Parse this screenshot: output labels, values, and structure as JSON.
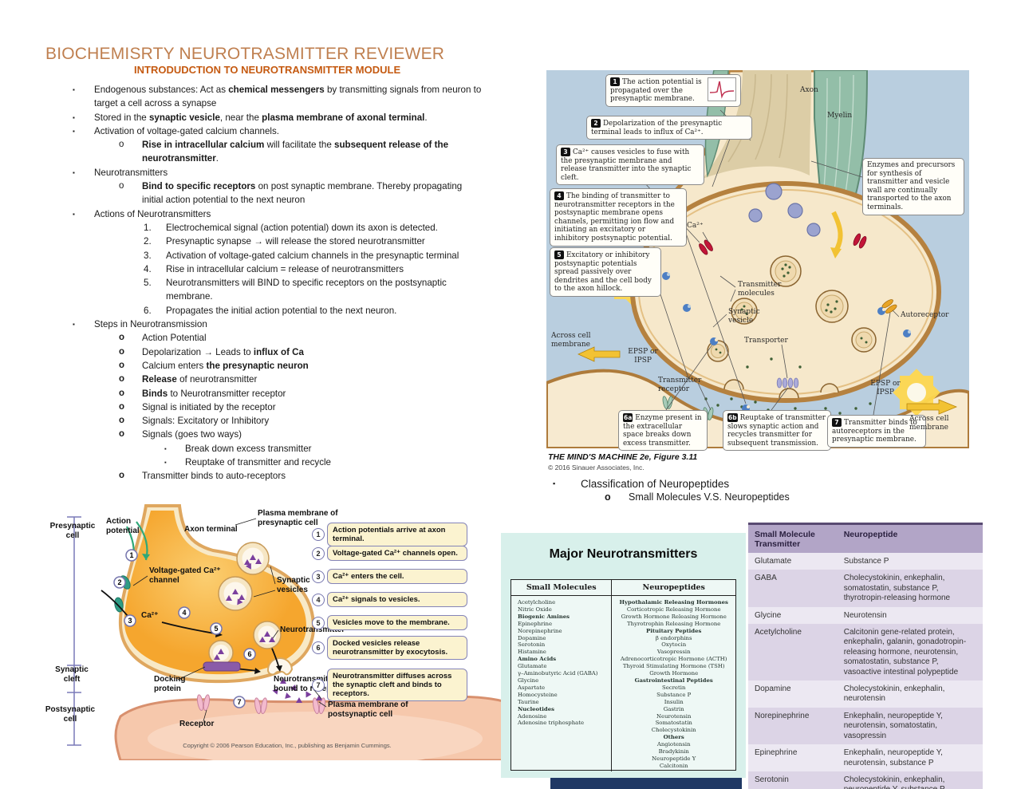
{
  "page": {
    "title": "BIOCHEMISRTY NEUROTRASMITTER REVIEWER",
    "subtitle": "INTRODUDCTION TO NEUROTRANSMITTER MODULE"
  },
  "outline": [
    {
      "cls": "L1",
      "m": "▪",
      "segs": [
        [
          "Endogenous substances: Act as ",
          0
        ],
        [
          "chemical messengers",
          1
        ],
        [
          " by transmitting signals from neuron to target a cell across a synapse",
          0
        ]
      ]
    },
    {
      "cls": "L1",
      "m": "▪",
      "segs": [
        [
          "Stored in the ",
          0
        ],
        [
          "synaptic vesicle",
          1
        ],
        [
          ", near the ",
          0
        ],
        [
          "plasma membrane of axonal terminal",
          1
        ],
        [
          ".",
          0
        ]
      ]
    },
    {
      "cls": "L1",
      "m": "▪",
      "segs": [
        [
          "Activation of voltage-gated calcium channels.",
          0
        ]
      ]
    },
    {
      "cls": "L2",
      "m": "o",
      "segs": [
        [
          "Rise in intracellular calcium",
          1
        ],
        [
          " will facilitate the ",
          0
        ],
        [
          "subsequent release of the neurotransmitter",
          1
        ],
        [
          ".",
          0
        ]
      ]
    },
    {
      "cls": "L1",
      "m": "▪",
      "segs": [
        [
          "Neurotransmitters",
          0
        ]
      ]
    },
    {
      "cls": "L2",
      "m": "o",
      "segs": [
        [
          "Bind to specific receptors",
          1
        ],
        [
          " on post synaptic membrane. Thereby propagating initial action potential to the next neuron",
          0
        ]
      ]
    },
    {
      "cls": "L1",
      "m": "▪",
      "segs": [
        [
          "Actions of Neurotransmitters",
          0
        ]
      ]
    },
    {
      "cls": "L3",
      "m": "1.",
      "segs": [
        [
          "Electrochemical signal (action potential) down its axon is detected.",
          0
        ]
      ]
    },
    {
      "cls": "L3",
      "m": "2.",
      "segs": [
        [
          "Presynaptic synapse → will release the stored neurotransmitter",
          0
        ]
      ]
    },
    {
      "cls": "L3",
      "m": "3.",
      "segs": [
        [
          "Activation of voltage-gated calcium channels in the presynaptic terminal",
          0
        ]
      ]
    },
    {
      "cls": "L3",
      "m": "4.",
      "segs": [
        [
          "Rise in intracellular calcium = release of neurotransmitters",
          0
        ]
      ]
    },
    {
      "cls": "L3",
      "m": "5.",
      "segs": [
        [
          "Neurotransmitters will BIND to specific receptors on the postsynaptic membrane.",
          0
        ]
      ]
    },
    {
      "cls": "L3",
      "m": "6.",
      "segs": [
        [
          "Propagates the initial action potential to the next neuron.",
          0
        ]
      ]
    },
    {
      "cls": "L1",
      "m": "▪",
      "segs": [
        [
          "Steps in Neurotransmission",
          0
        ]
      ]
    },
    {
      "cls": "L2 mb",
      "m": "o",
      "segs": [
        [
          "Action Potential",
          0
        ]
      ]
    },
    {
      "cls": "L2 mb",
      "m": "o",
      "segs": [
        [
          "Depolarization → Leads to ",
          0
        ],
        [
          "influx of Ca",
          1
        ]
      ]
    },
    {
      "cls": "L2 mb",
      "m": "o",
      "segs": [
        [
          "Calcium enters ",
          0
        ],
        [
          "the presynaptic neuron",
          1
        ]
      ]
    },
    {
      "cls": "L2 mb",
      "m": "o",
      "segs": [
        [
          "Release",
          1
        ],
        [
          " of neurotransmitter",
          0
        ]
      ]
    },
    {
      "cls": "L2 mb",
      "m": "o",
      "segs": [
        [
          "Binds",
          1
        ],
        [
          " to Neurotransmitter receptor",
          0
        ]
      ]
    },
    {
      "cls": "L2 mb",
      "m": "o",
      "segs": [
        [
          "Signal is initiated by the receptor",
          0
        ]
      ]
    },
    {
      "cls": "L2 mb",
      "m": "o",
      "segs": [
        [
          "Signals: Excitatory or Inhibitory",
          0
        ]
      ]
    },
    {
      "cls": "L2 mb",
      "m": "o",
      "segs": [
        [
          "Signals (goes two ways)",
          0
        ]
      ]
    },
    {
      "cls": "L4",
      "m": "▪",
      "segs": [
        [
          "Break down  excess transmitter",
          0
        ]
      ]
    },
    {
      "cls": "L4",
      "m": "▪",
      "segs": [
        [
          "Reuptake of transmitter and recycle",
          0
        ]
      ]
    },
    {
      "cls": "L2 mb",
      "m": "o",
      "segs": [
        [
          "Transmitter binds to auto-receptors",
          0
        ]
      ]
    }
  ],
  "classification": {
    "bullet_marker": "▪",
    "bullet": "Classification of Neuropeptides",
    "sub_marker": "o",
    "sub": "Small Molecules V.S. Neuropeptides"
  },
  "mind_machine": {
    "caption_title": "THE MIND'S MACHINE 2e, Figure 3.11",
    "caption_copyright": "© 2016 Sinauer Associates, Inc.",
    "callouts": [
      {
        "num": "1",
        "text": "The action potential is propagated over the presynaptic membrane."
      },
      {
        "num": "2",
        "text": "Depolarization of the presynaptic terminal leads to influx of Ca²⁺."
      },
      {
        "num": "3",
        "text": "Ca²⁺ causes vesicles to fuse with the presynaptic membrane and release transmitter into the synaptic cleft."
      },
      {
        "num": "4",
        "text": "The binding of transmitter to neurotransmitter receptors in the postsynaptic membrane opens channels, permitting ion flow and initiating an excitatory or inhibitory postsynaptic potential."
      },
      {
        "num": "5",
        "text": "Excitatory or inhibitory postsynaptic potentials spread passively over dendrites and the cell body to the axon hillock."
      },
      {
        "num": "6a",
        "text": "Enzyme present in the extracellular space breaks down excess transmitter."
      },
      {
        "num": "6b",
        "text": "Reuptake of transmitter slows synaptic action and recycles transmitter for subsequent transmission."
      },
      {
        "num": "7",
        "text": "Transmitter binds to autoreceptors in the presynaptic membrane."
      }
    ],
    "side_note": "Enzymes and precursors for synthesis of transmitter and vesicle wall are continually transported to the axon terminals.",
    "labels": {
      "axon": "Axon",
      "myelin": "Myelin",
      "ca": "Ca²⁺",
      "transmitter_molecules": "Transmitter molecules",
      "synaptic_vesicle": "Synaptic vesicle",
      "transporter": "Transporter",
      "autoreceptor": "Autoreceptor",
      "across_cell": "Across cell membrane",
      "epsp": "EPSP or IPSP",
      "transmitter_receptor": "Transmitter receptor"
    }
  },
  "pearson": {
    "steps": [
      {
        "num": "1",
        "text": "Action potentials arrive at axon terminal."
      },
      {
        "num": "2",
        "text": "Voltage-gated Ca²⁺ channels open."
      },
      {
        "num": "3",
        "text": "Ca²⁺ enters the cell."
      },
      {
        "num": "4",
        "text": "Ca²⁺ signals to vesicles."
      },
      {
        "num": "5",
        "text": "Vesicles move to the membrane."
      },
      {
        "num": "6",
        "text": "Docked vesicles release neurotransmitter by exocytosis."
      },
      {
        "num": "7",
        "text": "Neurotransmitter diffuses across the synaptic cleft and binds to receptors."
      }
    ],
    "labels": {
      "presynaptic_cell": "Presynaptic cell",
      "action_potential": "Action potential",
      "axon_terminal": "Axon terminal",
      "plasma_presynaptic": "Plasma membrane of presynaptic cell",
      "voltage_gated": "Voltage-gated Ca²⁺ channel",
      "ca": "Ca²⁺",
      "synaptic_vesicles": "Synaptic vesicles",
      "neurotransmitter": "Neurotransmitter",
      "synaptic_cleft": "Synaptic cleft",
      "postsynaptic_cell": "Postsynaptic cell",
      "docking_protein": "Docking protein",
      "nt_bound": "Neurotransmitter bound to receptor",
      "receptor": "Receptor",
      "plasma_postsynaptic": "Plasma membrane of postsynaptic cell"
    },
    "copyright": "Copyright © 2006 Pearson Education, Inc., publishing as Benjamin Cummings."
  },
  "major_table": {
    "title": "Major Neurotransmitters",
    "col1_header": "Small Molecules",
    "col2_header": "Neuropeptides",
    "col1": [
      [
        "Acetylcholine",
        0
      ],
      [
        "Nitric Oxide",
        0
      ],
      [
        "Biogenic Amines",
        1
      ],
      [
        "Epinephrine",
        0
      ],
      [
        "Norepinephrine",
        0
      ],
      [
        "Dopamine",
        0
      ],
      [
        "Serotonin",
        0
      ],
      [
        "Histamine",
        0
      ],
      [
        "Amino Acids",
        1
      ],
      [
        "Glutamate",
        0
      ],
      [
        "γ–Aminobutyric Acid (GABA)",
        0
      ],
      [
        "Glycine",
        0
      ],
      [
        "Aspartate",
        0
      ],
      [
        "Homocysteine",
        0
      ],
      [
        "Taurine",
        0
      ],
      [
        "Nucleotides",
        1
      ],
      [
        "Adenosine",
        0
      ],
      [
        "Adenosine triphosphate",
        0
      ]
    ],
    "col2": [
      [
        "Hypothalamic Releasing Hormones",
        1
      ],
      [
        "Corticotropic Releasing Hormone",
        0
      ],
      [
        "Growth Hormone Releasing Hormone",
        0
      ],
      [
        "Thyrotrophin Releasing Hormone",
        0
      ],
      [
        "Pituitary Peptides",
        1
      ],
      [
        "β endorphins",
        0
      ],
      [
        "Oxytocin",
        0
      ],
      [
        "Vasopressin",
        0
      ],
      [
        "Adrenocorticotropic Hormone (ACTH)",
        0
      ],
      [
        "Thyroid Stimulating Hormone (TSH)",
        0
      ],
      [
        "Growth Hormone",
        0
      ],
      [
        "Gastrointestinal Peptides",
        1
      ],
      [
        "Secretin",
        0
      ],
      [
        "Substance P",
        0
      ],
      [
        "Insulin",
        0
      ],
      [
        "Gastrin",
        0
      ],
      [
        "Neurotensin",
        0
      ],
      [
        "Somatostatin",
        0
      ],
      [
        "Cholecystokinin",
        0
      ],
      [
        "Others",
        1
      ],
      [
        "Angiotensin",
        0
      ],
      [
        "Bradykinin",
        0
      ],
      [
        "Neuropeptide Y",
        0
      ],
      [
        "Calcitonin",
        0
      ]
    ]
  },
  "pair_table": {
    "headers": [
      "Small Molecule Transmitter",
      "Neuropeptide"
    ],
    "rows": [
      [
        "Glutamate",
        "Substance P"
      ],
      [
        "GABA",
        "Cholecystokinin, enkephalin, somatostatin, substance P, thyrotropin-releasing hormone"
      ],
      [
        "Glycine",
        "Neurotensin"
      ],
      [
        "Acetylcholine",
        "Calcitonin gene-related protein, enkephalin,  galanin, gonadotropin-releasing hormone, neurotensin, somatostatin, substance P, vasoactive intestinal polypeptide"
      ],
      [
        "Dopamine",
        "Cholecystokinin, enkephalin, neurotensin"
      ],
      [
        "Norepinephrine",
        "Enkephalin, neuropeptide Y, neurotensin, somatostatin, vasopressin"
      ],
      [
        "Epinephrine",
        "Enkephalin, neuropeptide Y, neurotensin, substance P"
      ],
      [
        "Serotonin",
        "Cholecystokinin, enkephalin, neuropeptide Y, substance P, vasoactive intestinal polypeptide"
      ]
    ]
  },
  "colors": {
    "title": "#bf7f4f",
    "subtitle": "#c55a11",
    "diagram_bg": "#b9cedf",
    "synapse_tan": "#f6e8cb",
    "membrane_brown": "#b5813f",
    "myelin_teal": "#93bea8",
    "starburst_yellow": "#ffd84f",
    "step_box_yellow": "#fbf3d0",
    "mint_bg": "#d8f0eb",
    "purple_header": "#b2a5c7",
    "navy_bar": "#1f3864"
  }
}
